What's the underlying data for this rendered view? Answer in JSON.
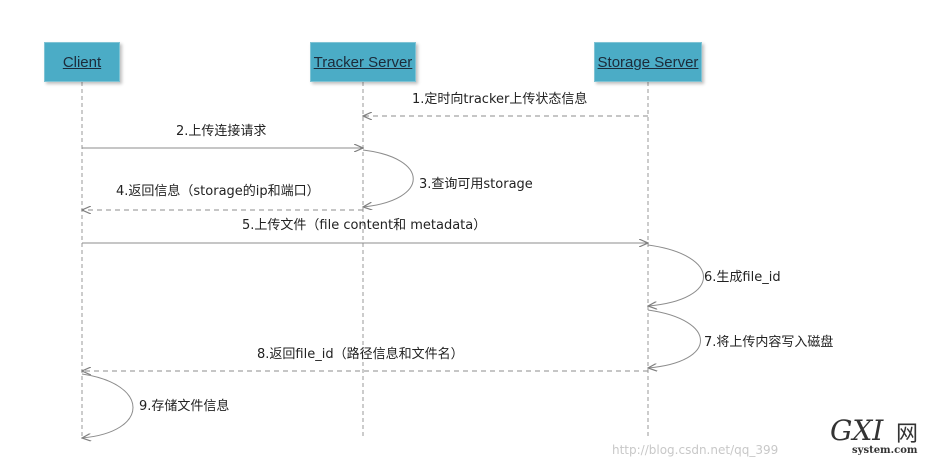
{
  "actors": {
    "client": "Client",
    "tracker": "Tracker Server",
    "storage": "Storage Server"
  },
  "messages": [
    "1.定时向tracker上传状态信息",
    "2.上传连接请求",
    "3.查询可用storage",
    "4.返回信息（storage的ip和端口）",
    "5.上传文件（file content和 metadata）",
    "6.生成file_id",
    "7.将上传内容写入磁盘",
    "8.返回file_id（路径信息和文件名）",
    "9.存储文件信息"
  ],
  "watermark": {
    "logo_letters": "GXI",
    "logo_cn": "网",
    "logo_domain": "system.com",
    "url": "http://blog.csdn.net/qq_399"
  },
  "colors": {
    "actor_fill": "#4bacc6",
    "line": "#9a9a9a",
    "arrow": "#7f7f7f"
  }
}
